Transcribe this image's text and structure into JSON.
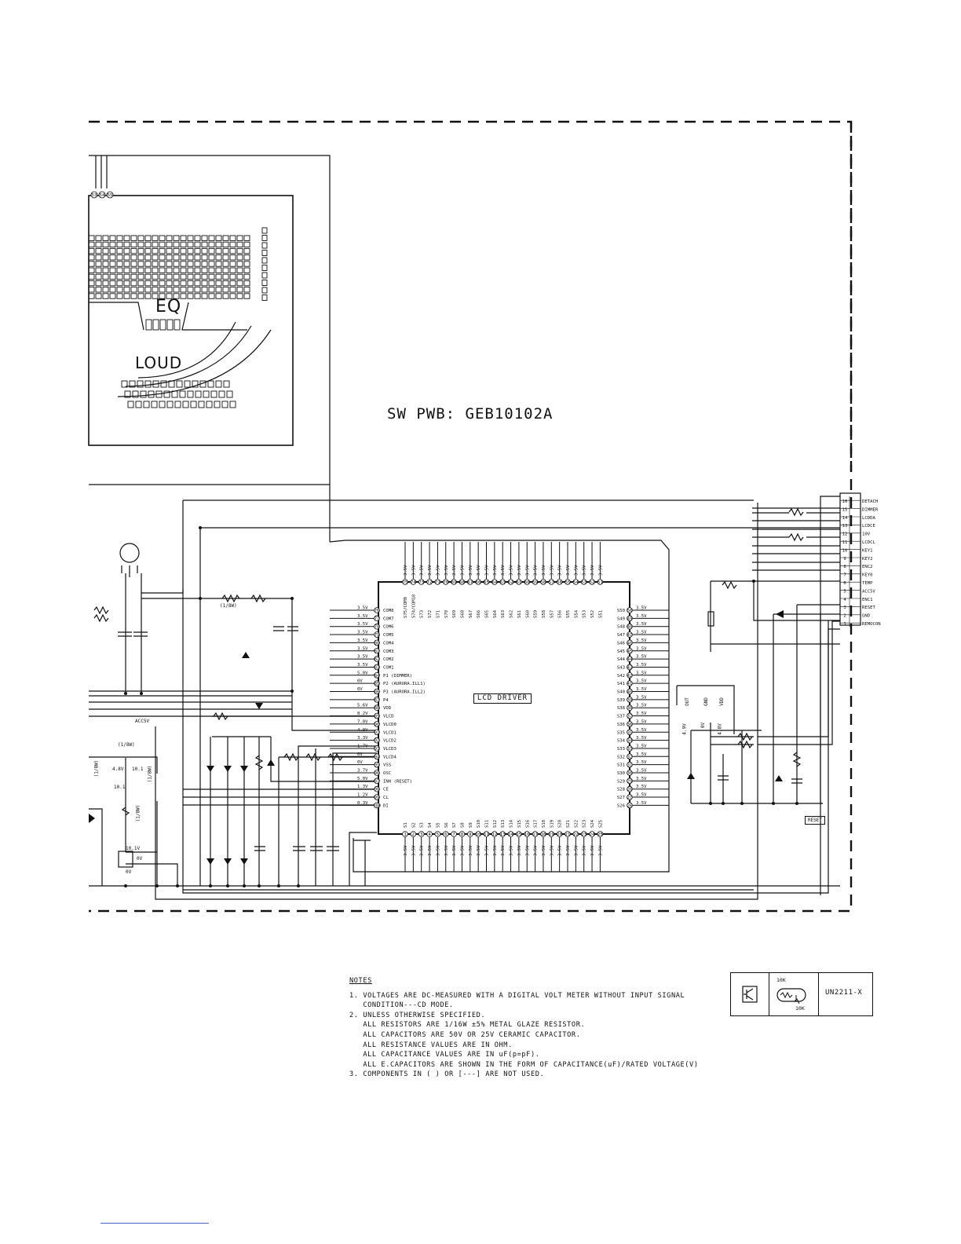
{
  "board_title": "SW PWB: GEB10102A",
  "lcd": {
    "eq_label": "EQ",
    "loud_label": "LOUD"
  },
  "ic": {
    "name": "LCD DRIVER",
    "left_pins": [
      {
        "num": "76",
        "name": "COM8",
        "v": "3.5V"
      },
      {
        "num": "77",
        "name": "COM7",
        "v": "3.5V"
      },
      {
        "num": "78",
        "name": "COM6",
        "v": "3.5V"
      },
      {
        "num": "79",
        "name": "COM5",
        "v": "3.5V"
      },
      {
        "num": "80",
        "name": "COM4",
        "v": "3.5V"
      },
      {
        "num": "81",
        "name": "COM3",
        "v": "3.5V"
      },
      {
        "num": "82",
        "name": "COM2",
        "v": "3.5V"
      },
      {
        "num": "83",
        "name": "COM1",
        "v": "3.5V"
      },
      {
        "num": "84",
        "name": "P1  (DIMMER)",
        "v": "5.0V"
      },
      {
        "num": "85",
        "name": "P2  (AURORA.ILL1)",
        "v": "0V"
      },
      {
        "num": "86",
        "name": "P3  (AURORA.ILL2)",
        "v": "0V"
      },
      {
        "num": "87",
        "name": "P4",
        "v": ""
      },
      {
        "num": "88",
        "name": "VDD",
        "v": "5.6V"
      },
      {
        "num": "89",
        "name": "VLCD",
        "v": "8.2V"
      },
      {
        "num": "90",
        "name": "VLCD0",
        "v": "7.0V"
      },
      {
        "num": "91",
        "name": "VLCD1",
        "v": "4.9V"
      },
      {
        "num": "92",
        "name": "VLCD2",
        "v": "3.3V"
      },
      {
        "num": "93",
        "name": "VLCD3",
        "v": "1.7V"
      },
      {
        "num": "94",
        "name": "VLCD4",
        "v": "0V"
      },
      {
        "num": "95",
        "name": "VSS",
        "v": "0V"
      },
      {
        "num": "96",
        "name": "OSC",
        "v": "3.7V"
      },
      {
        "num": "97",
        "name": "INH  (RESET)",
        "v": "5.0V"
      },
      {
        "num": "98",
        "name": "CE",
        "v": "1.3V"
      },
      {
        "num": "99",
        "name": "CL",
        "v": "1.2V"
      },
      {
        "num": "100",
        "name": "DI",
        "v": "0.3V"
      }
    ],
    "right_pins": [
      {
        "num": "50",
        "name": "S50",
        "v": "3.5V"
      },
      {
        "num": "49",
        "name": "S49",
        "v": "3.5V"
      },
      {
        "num": "48",
        "name": "S48",
        "v": "3.5V"
      },
      {
        "num": "47",
        "name": "S47",
        "v": "3.5V"
      },
      {
        "num": "46",
        "name": "S46",
        "v": "3.5V"
      },
      {
        "num": "45",
        "name": "S45",
        "v": "3.5V"
      },
      {
        "num": "44",
        "name": "S44",
        "v": "3.5V"
      },
      {
        "num": "43",
        "name": "S43",
        "v": "3.5V"
      },
      {
        "num": "42",
        "name": "S42",
        "v": "3.5V"
      },
      {
        "num": "41",
        "name": "S41",
        "v": "3.5V"
      },
      {
        "num": "40",
        "name": "S40",
        "v": "3.5V"
      },
      {
        "num": "39",
        "name": "S39",
        "v": "3.5V"
      },
      {
        "num": "38",
        "name": "S38",
        "v": "3.5V"
      },
      {
        "num": "37",
        "name": "S37",
        "v": "3.5V"
      },
      {
        "num": "36",
        "name": "S36",
        "v": "3.5V"
      },
      {
        "num": "35",
        "name": "S35",
        "v": "3.5V"
      },
      {
        "num": "34",
        "name": "S34",
        "v": "3.5V"
      },
      {
        "num": "33",
        "name": "S33",
        "v": "3.5V"
      },
      {
        "num": "32",
        "name": "S32",
        "v": "3.5V"
      },
      {
        "num": "31",
        "name": "S31",
        "v": "3.5V"
      },
      {
        "num": "30",
        "name": "S30",
        "v": "3.5V"
      },
      {
        "num": "29",
        "name": "S29",
        "v": "3.5V"
      },
      {
        "num": "28",
        "name": "S28",
        "v": "3.5V"
      },
      {
        "num": "27",
        "name": "S27",
        "v": "3.5V"
      },
      {
        "num": "26",
        "name": "S26",
        "v": "3.5V"
      }
    ],
    "top_pins": [
      "75",
      "74",
      "73",
      "72",
      "71",
      "70",
      "69",
      "68",
      "67",
      "66",
      "65",
      "64",
      "63",
      "62",
      "61",
      "60",
      "59",
      "58",
      "57",
      "56",
      "55",
      "54",
      "53",
      "52",
      "51"
    ],
    "top_names": [
      "S75/COM9",
      "S74/COM10",
      "S73",
      "S72",
      "S71",
      "S70",
      "S69",
      "S68",
      "S67",
      "S66",
      "S65",
      "S64",
      "S63",
      "S62",
      "S61",
      "S60",
      "S59",
      "S58",
      "S57",
      "S56",
      "S55",
      "S54",
      "S53",
      "S52",
      "S51"
    ],
    "bottom_pins": [
      "1",
      "2",
      "3",
      "4",
      "5",
      "6",
      "7",
      "8",
      "9",
      "10",
      "11",
      "12",
      "13",
      "14",
      "15",
      "16",
      "17",
      "18",
      "19",
      "20",
      "21",
      "22",
      "23",
      "24",
      "25"
    ],
    "bottom_names": [
      "S1",
      "S2",
      "S3",
      "S4",
      "S5",
      "S6",
      "S7",
      "S8",
      "S9",
      "S10",
      "S11",
      "S12",
      "S13",
      "S14",
      "S15",
      "S16",
      "S17",
      "S18",
      "S19",
      "S20",
      "S21",
      "S22",
      "S23",
      "S24",
      "S25"
    ],
    "pin_voltage": "3.5V"
  },
  "connector": {
    "pins": [
      {
        "num": "16",
        "name": "DETACH"
      },
      {
        "num": "15",
        "name": "DIMMER"
      },
      {
        "num": "14",
        "name": "LCDDA"
      },
      {
        "num": "13",
        "name": "LCDCE"
      },
      {
        "num": "12",
        "name": "10V"
      },
      {
        "num": "11",
        "name": "LCDCL"
      },
      {
        "num": "10",
        "name": "KEY1"
      },
      {
        "num": "9",
        "name": "KEY2"
      },
      {
        "num": "8",
        "name": "ENC2"
      },
      {
        "num": "7",
        "name": "KEY0"
      },
      {
        "num": "6",
        "name": "TEMP"
      },
      {
        "num": "5",
        "name": "ACC5V"
      },
      {
        "num": "4",
        "name": "ENC1"
      },
      {
        "num": "3",
        "name": "RESET"
      },
      {
        "num": "2",
        "name": "GND"
      },
      {
        "num": "1",
        "name": "REMOCON"
      }
    ]
  },
  "misc_labels": {
    "acc5v": "ACC5V",
    "res_18w_a": "(1/8W)",
    "res_18w_b": "(1/8W)",
    "res_18w_c": "(1/8W)",
    "res_18w_d": "(1/8W)",
    "res_18w_e": "(1/8W)",
    "v48": "4.8V",
    "v101a": "10.1",
    "v101b": "10.1",
    "v101c": "10.1V",
    "v0a": "0V",
    "v0b": "0V",
    "reset_tag": "RESET",
    "reg_out": "OUT",
    "reg_gnd": "GND",
    "reg_vdd": "VDD",
    "reg_v1": "4.9V",
    "reg_v2": "0V",
    "reg_v3": "4.8V",
    "fpc_pins": [
      "53",
      "54",
      "55"
    ]
  },
  "notes": {
    "header": "NOTES",
    "lines": [
      "1. VOLTAGES ARE DC-MEASURED WITH A DIGITAL VOLT METER WITHOUT INPUT SIGNAL",
      "   CONDITION---CD MODE.",
      "2. UNLESS OTHERWISE SPECIFIED.",
      "   ALL RESISTORS ARE 1/16W ±5% METAL GLAZE RESISTOR.",
      "   ALL CAPACITORS ARE 50V OR 25V CERAMIC CAPACITOR.",
      "   ALL RESISTANCE VALUES ARE IN OHM.",
      "   ALL CAPACITANCE VALUES ARE IN uF(p=pF).",
      "   ALL E.CAPACITORS ARE SHOWN IN THE FORM OF CAPACITANCE(uF)/RATED VOLTAGE(V)",
      "3. COMPONENTS IN ( ) OR [---] ARE NOT USED."
    ]
  },
  "legend": {
    "r1": "10K",
    "r2": "10K",
    "part": "UN2211-X"
  }
}
